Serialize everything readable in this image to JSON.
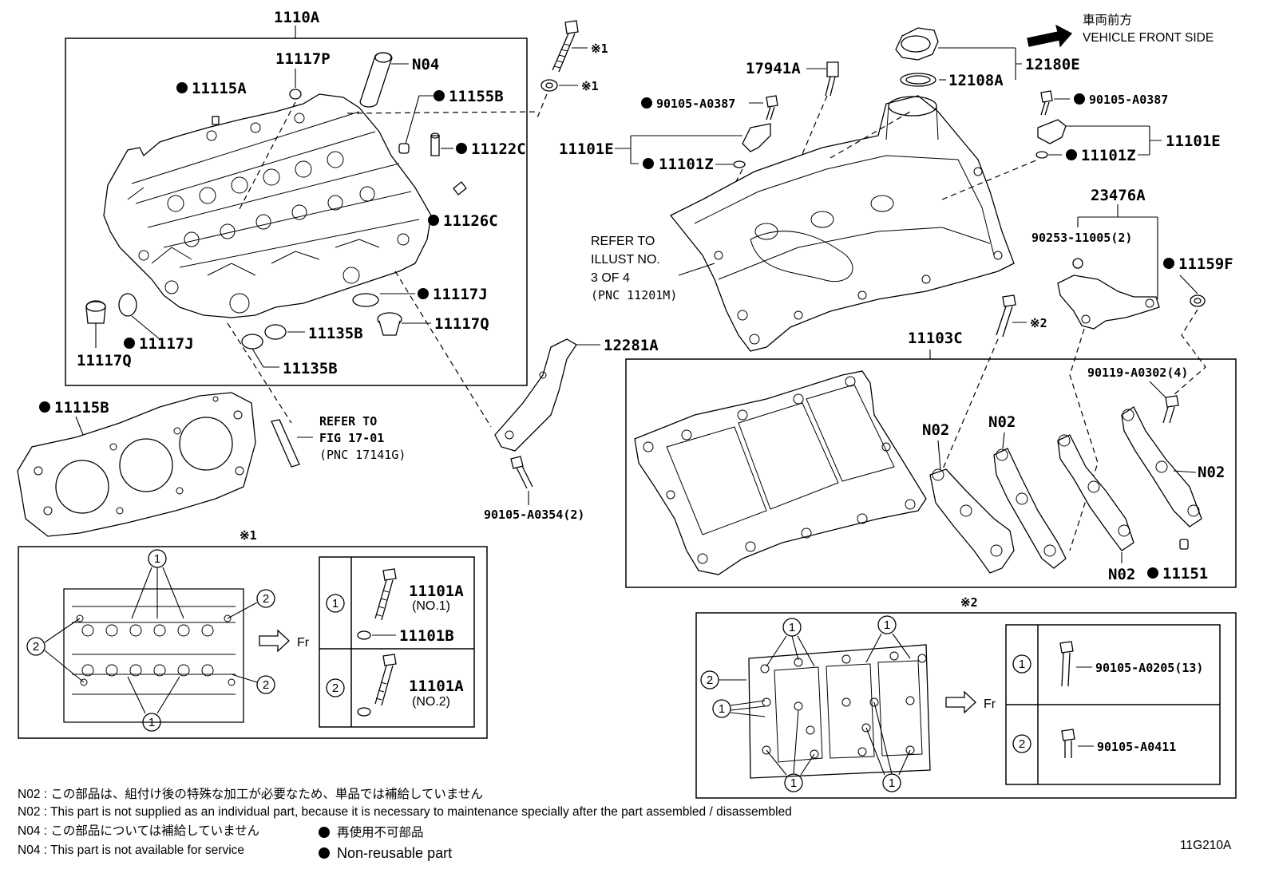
{
  "diagram_code": "11G210A",
  "orientation": {
    "jp": "車両前方",
    "en": "VEHICLE FRONT SIDE"
  },
  "parts": {
    "p1110A": "1110A",
    "p11117P": "11117P",
    "pN04": "N04",
    "p11115A": "11115A",
    "p11155B": "11155B",
    "p11122C": "11122C",
    "p11126C": "11126C",
    "p11117J_a": "11117J",
    "p11117Q_a": "11117Q",
    "p11135B_a": "11135B",
    "p11135B_b": "11135B",
    "p11117J_b": "11117J",
    "p11117Q_b": "11117Q",
    "p11115B": "11115B",
    "pBoltRef1": "※1",
    "pWasherRef1": "※1",
    "p12281A": "12281A",
    "p90105_A0354": "90105-A0354(2)",
    "p17941A": "17941A",
    "p90105_A0387_l": "90105-A0387",
    "p11101E_l": "11101E",
    "p11101Z_l": "11101Z",
    "p12108A": "12108A",
    "p12180E": "12180E",
    "p90105_A0387_r": "90105-A0387",
    "p11101E_r": "11101E",
    "p11101Z_r": "11101Z",
    "p23476A": "23476A",
    "p90253_11005": "90253-11005(2)",
    "p11159F": "11159F",
    "p11103C": "11103C",
    "pRef2": "※2",
    "p90119_A0302": "90119-A0302(4)",
    "pN02_a": "N02",
    "pN02_b": "N02",
    "pN02_c": "N02",
    "pN02_d": "N02",
    "p11151": "11151"
  },
  "refer_fig": {
    "line1": "REFER TO",
    "line2": "FIG 17-01",
    "line3": "(PNC 17141G)"
  },
  "refer_illust": {
    "line1": "REFER TO",
    "line2": "ILLUST NO.",
    "line3": "3 OF 4",
    "line4": "(PNC 11201M)"
  },
  "detail1": {
    "title": "※1",
    "fr": "Fr",
    "circle1": "1",
    "circle2": "2",
    "row1_part": "11101A",
    "row1_sub": "(NO.1)",
    "row1_washer": "11101B",
    "row2_part": "11101A",
    "row2_sub": "(NO.2)"
  },
  "detail2": {
    "title": "※2",
    "fr": "Fr",
    "circle1": "1",
    "circle2": "2",
    "row1_part": "90105-A0205(13)",
    "row2_part": "90105-A0411"
  },
  "notes": {
    "n02_jp": "N02 : この部品は、組付け後の特殊な加工が必要なため、単品では補給していません",
    "n02_en": "N02 : This part is not supplied as an individual part, because it is necessary to maintenance specially after the part assembled / disassembled",
    "n04_jp": "N04 : この部品については補給していません",
    "n04_en": "N04 : This part is not available for service",
    "legend_jp": "再使用不可部品",
    "legend_en": "Non-reusable part"
  }
}
